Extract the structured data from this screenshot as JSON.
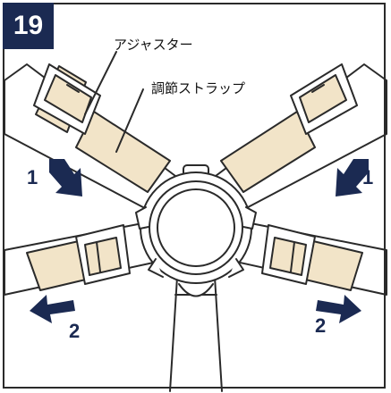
{
  "step": {
    "number": "19"
  },
  "labels": {
    "adjuster": "アジャスター",
    "adjust_strap": "調節ストラップ"
  },
  "arrows": {
    "upper_left": "1",
    "upper_right": "1",
    "lower_left": "2",
    "lower_right": "2"
  },
  "colors": {
    "badge": "#1b2a52",
    "arrow": "#1b2a52",
    "strap_fill": "#f2e4c8",
    "outline": "#2a2a2a"
  }
}
